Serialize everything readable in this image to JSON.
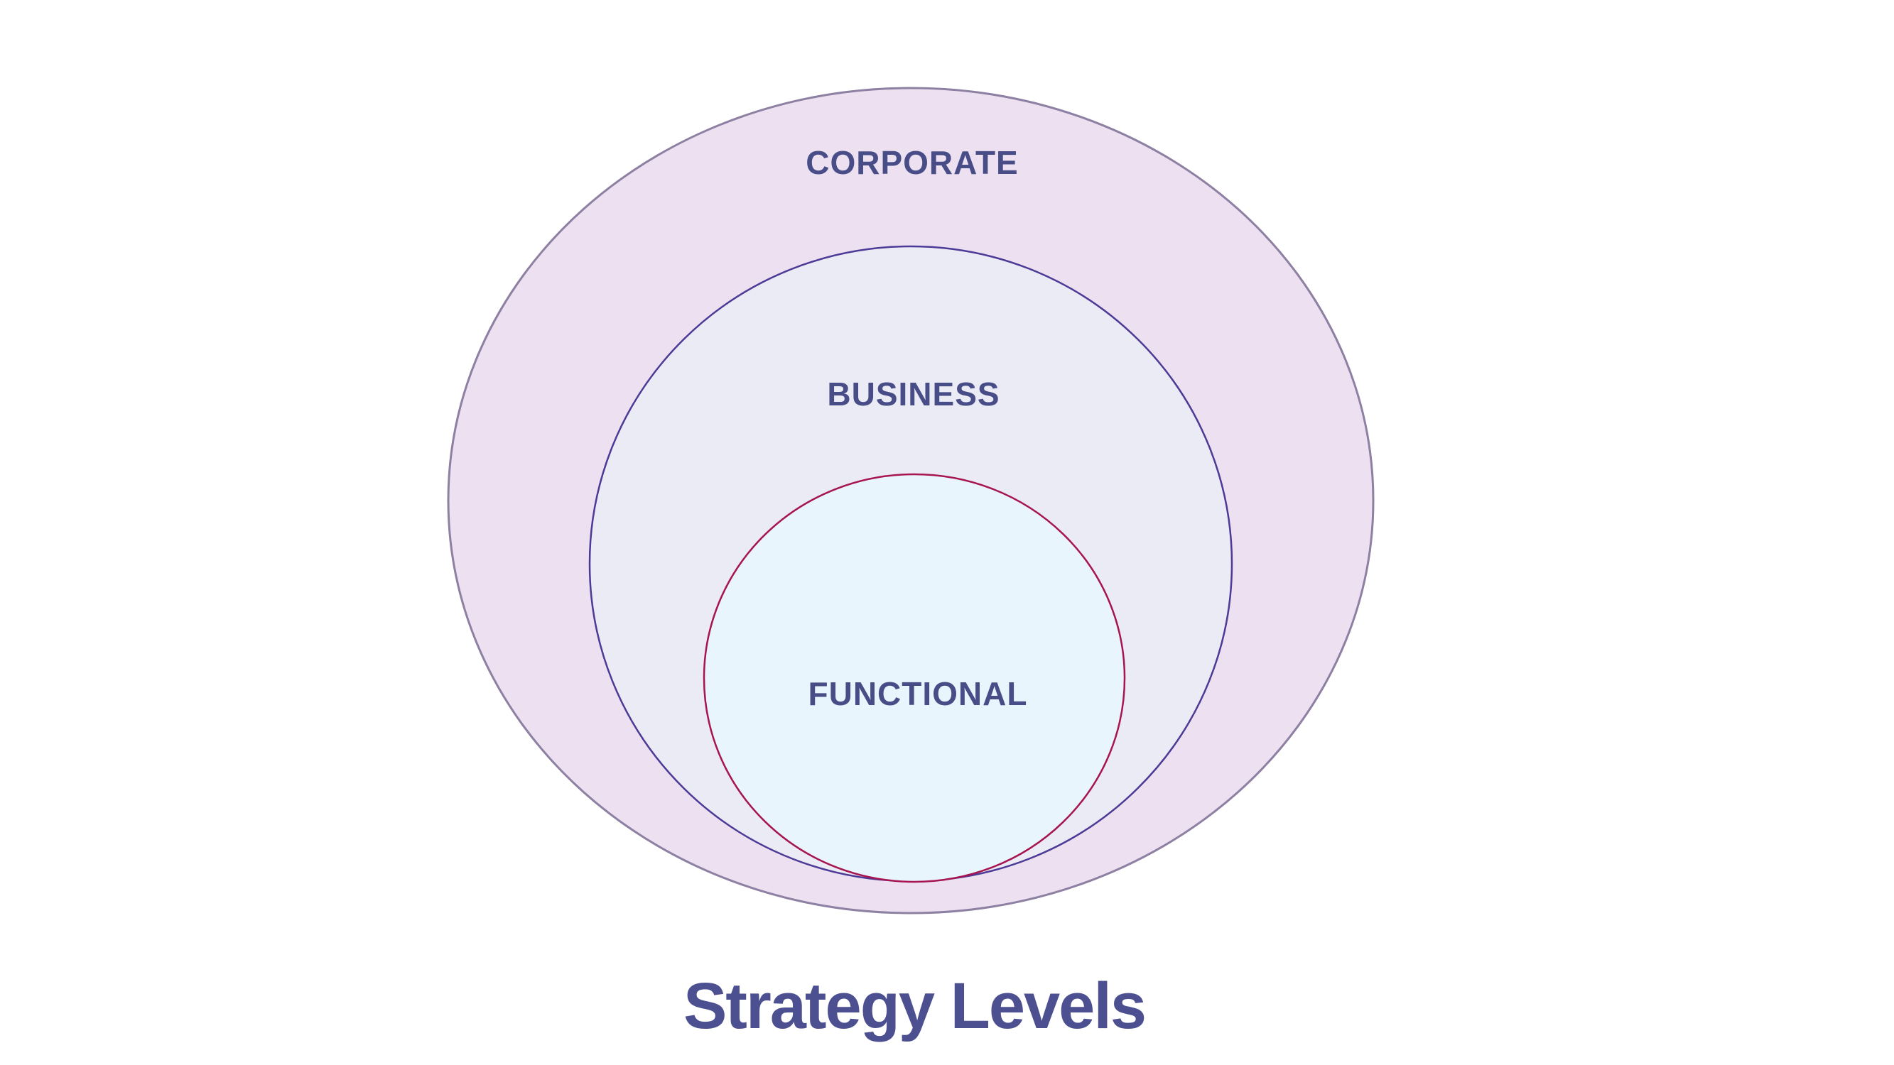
{
  "page": {
    "background": "#ffffff"
  },
  "diagram": {
    "type": "nested-circles",
    "title": {
      "text": "Strategy Levels",
      "color": "#4c5090"
    },
    "levels": [
      {
        "label": "CORPORATE",
        "fill": "#ece0f1",
        "stroke": "#8d80a2",
        "label_color": "#484d88"
      },
      {
        "label": "BUSINESS",
        "fill": "#ebebf5",
        "stroke": "#4c3a96",
        "label_color": "#484d88"
      },
      {
        "label": "FUNCTIONAL",
        "fill": "#e9f5fc",
        "stroke": "#a61551",
        "label_color": "#484d88"
      }
    ]
  }
}
